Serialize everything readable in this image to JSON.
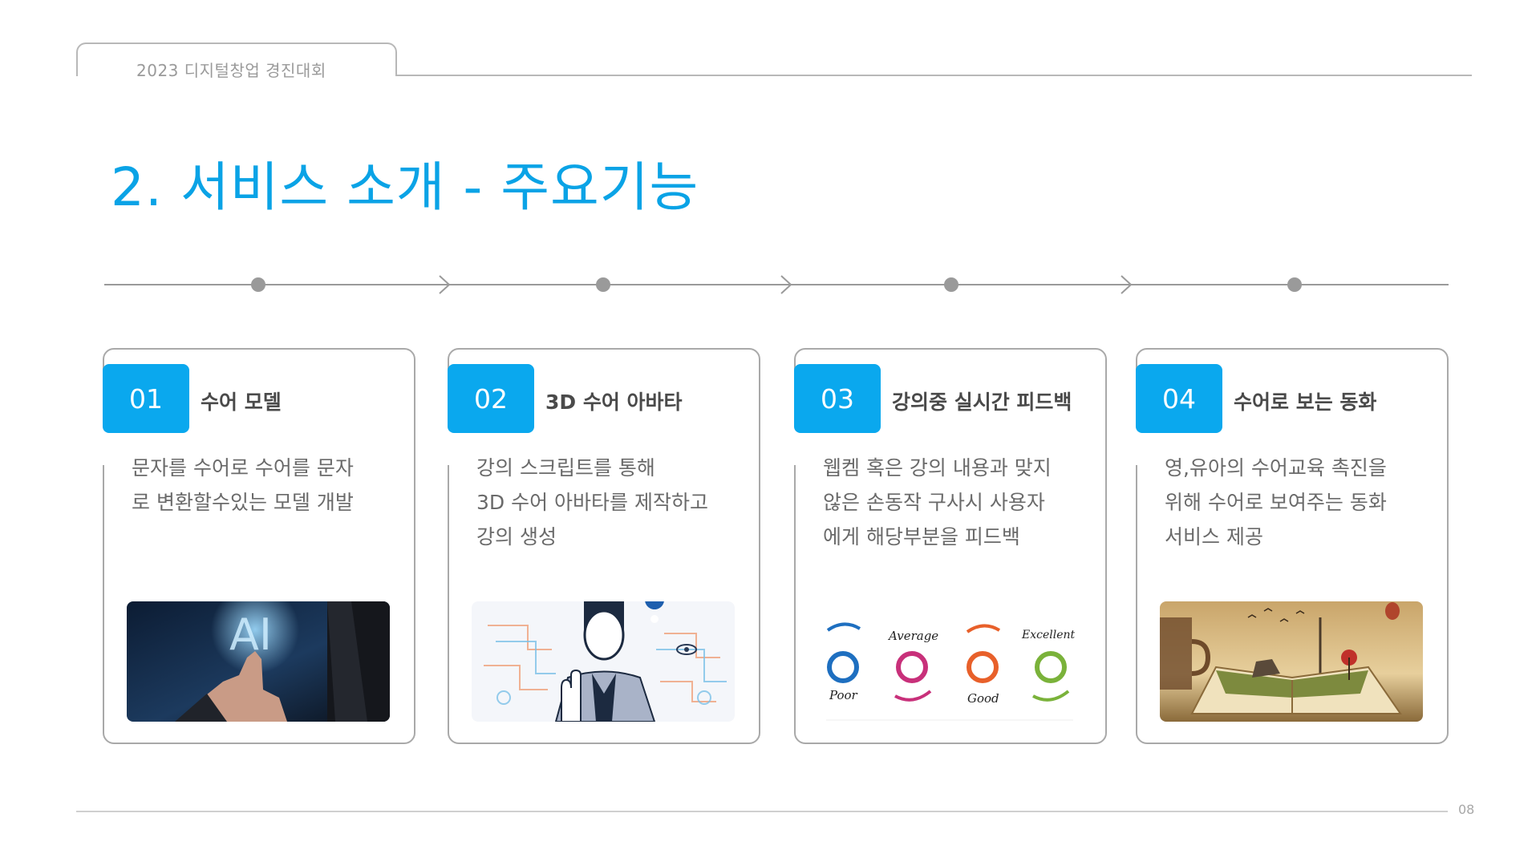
{
  "header": {
    "event_name": "2023 디지털창업 경진대회"
  },
  "title": "2. 서비스 소개 - 주요기능",
  "cards": [
    {
      "number": "01",
      "title": "수어 모델",
      "desc": [
        "문자를 수어로 수어를 문자",
        "로 변환할수있는 모델 개발"
      ],
      "image": {
        "overlay_text": "AI"
      }
    },
    {
      "number": "02",
      "title": "3D 수어 아바타",
      "desc": [
        "강의 스크립트를 통해",
        "3D 수어 아바타를 제작하고",
        "강의 생성"
      ],
      "image": {}
    },
    {
      "number": "03",
      "title": "강의중 실시간 피드백",
      "desc": [
        "웹켐 혹은 강의 내용과 맞지",
        "않은 손동작 구사시 사용자",
        "에게 해당부분을 피드백"
      ],
      "image": {
        "ratings": [
          {
            "label": "Poor",
            "color": "#1e6fc0"
          },
          {
            "label": "Average",
            "color": "#c8307a"
          },
          {
            "label": "Good",
            "color": "#e8602a"
          },
          {
            "label": "Excellent",
            "color": "#7ab23a"
          }
        ]
      }
    },
    {
      "number": "04",
      "title": "수어로 보는 동화",
      "desc": [
        "영,유아의 수어교육 촉진을",
        "위해 수어로 보여주는 동화",
        "서비스 제공"
      ],
      "image": {}
    }
  ],
  "footer": {
    "page_number": "08"
  },
  "colors": {
    "accent": "#0aa8ee",
    "line": "#a9a9a9"
  }
}
